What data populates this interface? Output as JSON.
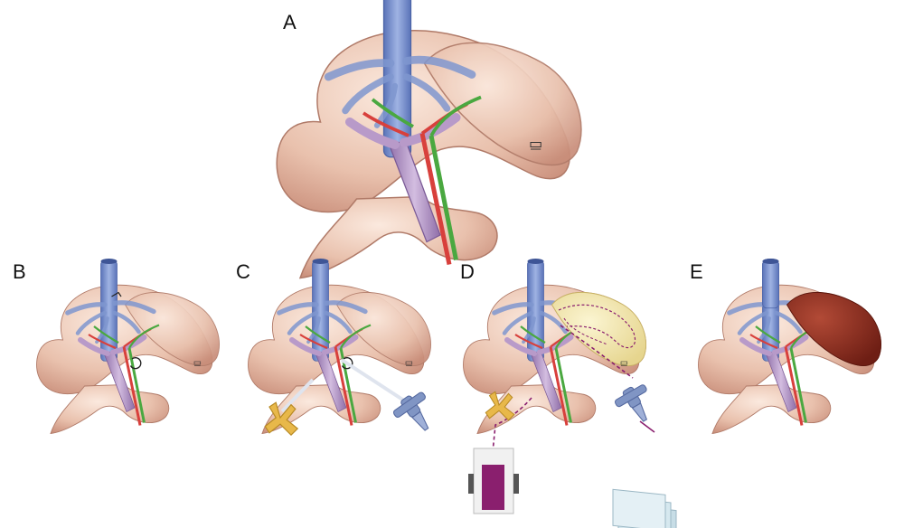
{
  "panels": [
    {
      "id": "A",
      "label": "A"
    },
    {
      "id": "B",
      "label": "B"
    },
    {
      "id": "C",
      "label": "C"
    },
    {
      "id": "D",
      "label": "D"
    },
    {
      "id": "E",
      "label": "E"
    }
  ],
  "colors": {
    "liver": "#e9c1ad",
    "liver_shade": "#c98e7a",
    "vena_cava": "#7f97cf",
    "portal_vein": "#b89ac9",
    "artery": "#d8403c",
    "bile_duct": "#4aa840",
    "lobe_perfused": "#f0e6a8",
    "lobe_congested": "#8a2b1e",
    "catheter": "#8095c4",
    "clamp": "#e8b84a",
    "pump": "#8a1f6e",
    "collection": "#c7dde6"
  },
  "icons": [
    "scale-icon",
    "clamp-icon",
    "catheter-icon",
    "pump-icon",
    "collection-bag-icon"
  ]
}
